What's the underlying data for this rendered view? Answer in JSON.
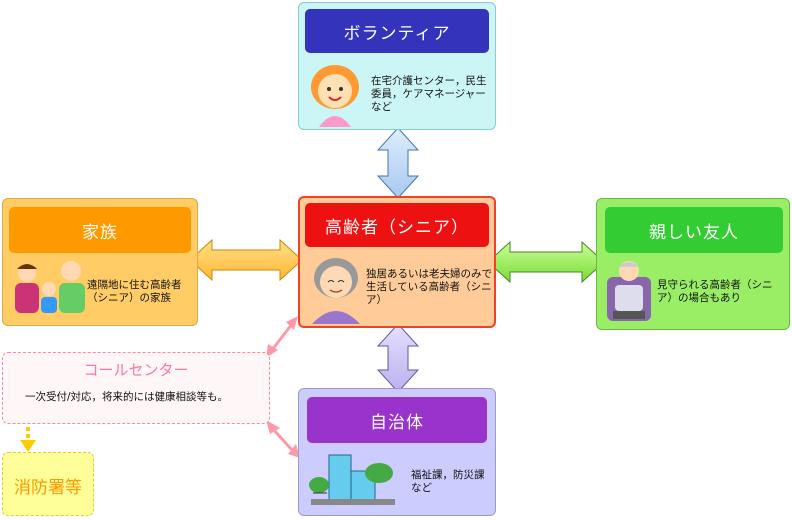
{
  "volunteer": {
    "title": "ボランティア",
    "desc": "在宅介護センター，民生委員，ケアマネージャーなど"
  },
  "family": {
    "title": "家族",
    "desc": "遠隔地に住む高齢者（シニア）の家族"
  },
  "senior": {
    "title": "高齢者（シニア）",
    "desc": "独居あるいは老夫婦のみで生活している高齢者（シニア）"
  },
  "friend": {
    "title": "親しい友人",
    "desc": "見守られる高齢者（シニア）の場合もあり"
  },
  "callcenter": {
    "title": "コールセンター",
    "desc": "一次受付/対応，将来的には健康相談等も。"
  },
  "municipality": {
    "title": "自治体",
    "desc": "福祉課，防災課など"
  },
  "fire": {
    "title": "消防署等"
  },
  "colors": {
    "volunteer_header": "#3333bb",
    "volunteer_bg": "#ccf5f5",
    "family_header": "#ff9900",
    "family_bg": "#ffcc66",
    "senior_header": "#ee1111",
    "senior_bg": "#ffcc99",
    "friend_header": "#33cc33",
    "friend_bg": "#99ee66",
    "callcenter_text": "#ff7799",
    "municipality_header": "#9933cc",
    "municipality_bg": "#ccccff",
    "fire_text": "#ff9900",
    "fire_bg": "#ffff99"
  }
}
